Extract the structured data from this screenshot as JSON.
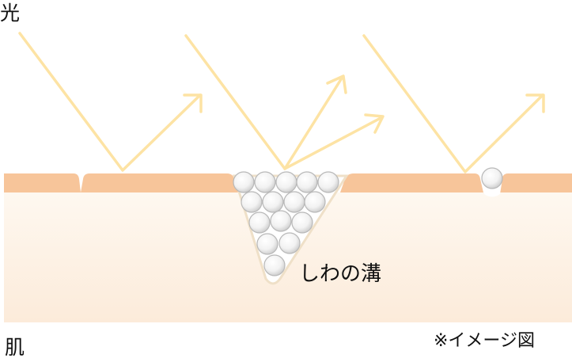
{
  "labels": {
    "light": "光",
    "skin": "肌",
    "wrinkle_groove": "しわの溝",
    "image_note": "※イメージ図"
  },
  "colors": {
    "skin_surface": "#f7c59a",
    "skin_body_top": "#fef8f0",
    "skin_body_bottom": "#fcebda",
    "light_ray": "#fde3a4",
    "groove_edge": "#efe0c8",
    "particle": "#f2f2f2"
  }
}
